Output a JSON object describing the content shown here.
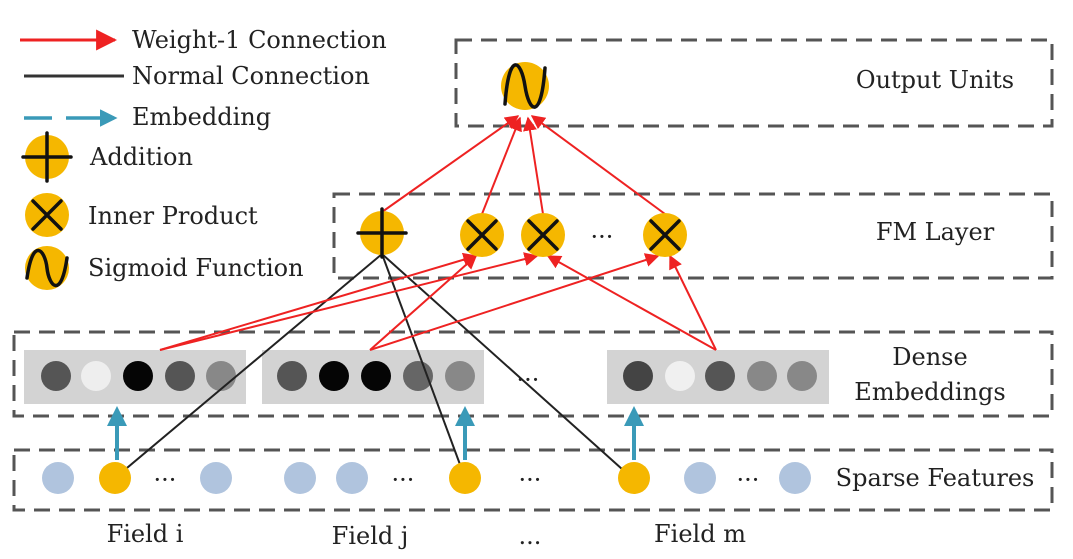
{
  "legend": [
    {
      "key": "weight1",
      "label": "Weight-1 Connection",
      "icon": "red-arrow-icon"
    },
    {
      "key": "normal",
      "label": "Normal Connection",
      "icon": "black-line-icon"
    },
    {
      "key": "embedding",
      "label": "Embedding",
      "icon": "teal-dashed-arrow-icon"
    },
    {
      "key": "addition",
      "label": "Addition",
      "icon": "plus-circle-icon"
    },
    {
      "key": "inner",
      "label": "Inner Product",
      "icon": "times-circle-icon"
    },
    {
      "key": "sigmoid",
      "label": "Sigmoid Function",
      "icon": "sigmoid-circle-icon"
    }
  ],
  "layers": {
    "output": "Output Units",
    "fm": "FM Layer",
    "dense_line1": "Dense",
    "dense_line2": "Embeddings",
    "sparse": "Sparse Features"
  },
  "fields": {
    "i": "Field i",
    "j": "Field j",
    "m": "Field m",
    "ellipsis": "..."
  },
  "ellipsis": "···",
  "colors": {
    "weight1": "#ee2222",
    "normal": "#222222",
    "embedding": "#3a9ab8",
    "operator": "#f5b700",
    "sparse_inactive": "#b0c4de",
    "sparse_active": "#f5b700",
    "embedding_cells": {
      "field_i": [
        "#555555",
        "#eeeeee",
        "#050505",
        "#555555",
        "#888888"
      ],
      "field_j": [
        "#555555",
        "#050505",
        "#050505",
        "#666666",
        "#888888"
      ],
      "field_m": [
        "#444444",
        "#f0f0f0",
        "#555555",
        "#888888",
        "#888888"
      ]
    }
  }
}
